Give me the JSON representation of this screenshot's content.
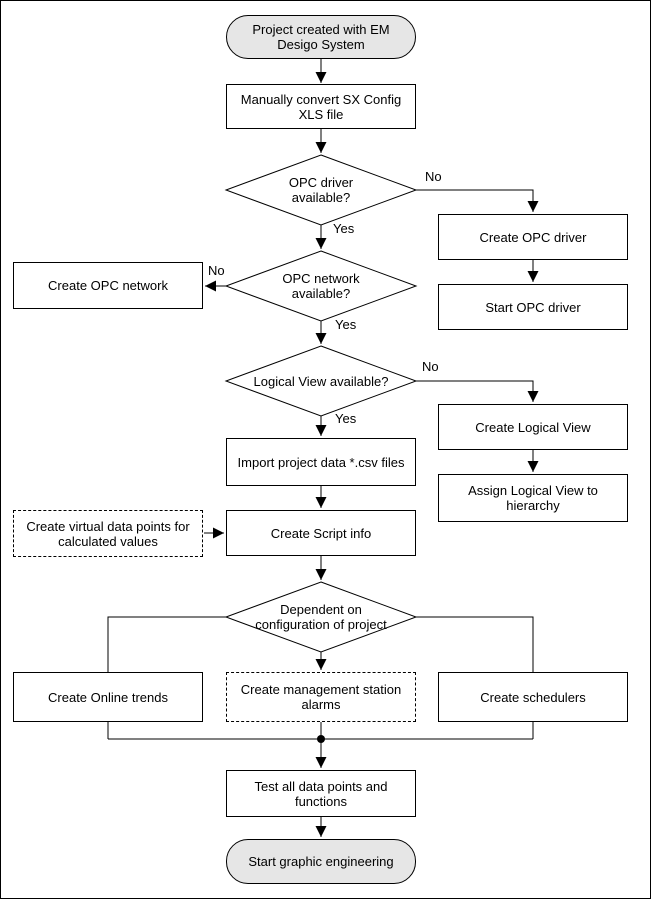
{
  "diagram": {
    "type": "flowchart",
    "colors": {
      "terminator_fill": "#e6e6e6",
      "node_fill": "#ffffff",
      "line": "#000000",
      "text": "#000000",
      "page_background": "#ffffff"
    },
    "nodes": {
      "start": {
        "type": "terminator",
        "label": "Project created with EM\nDesigo System"
      },
      "manual_convert": {
        "type": "process",
        "label": "Manually convert SX Config\nXLS file"
      },
      "opc_driver_decision": {
        "type": "decision",
        "label": "OPC driver\navailable?"
      },
      "create_opc_driver": {
        "type": "process",
        "label": "Create OPC driver"
      },
      "start_opc_driver": {
        "type": "process",
        "label": "Start OPC driver"
      },
      "opc_network_decision": {
        "type": "decision",
        "label": "OPC network\navailable?"
      },
      "create_opc_network": {
        "type": "process",
        "label": "Create OPC network"
      },
      "logical_view_decision": {
        "type": "decision",
        "label": "Logical View available?"
      },
      "create_logical_view": {
        "type": "process",
        "label": "Create Logical View"
      },
      "assign_logical_view": {
        "type": "process",
        "label": "Assign Logical View to\nhierarchy"
      },
      "import_project_data": {
        "type": "process",
        "label": "Import project data *.csv files"
      },
      "create_virtual_points": {
        "type": "optional-process",
        "label": "Create virtual data points for\ncalculated values"
      },
      "create_script_info": {
        "type": "process",
        "label": "Create Script info"
      },
      "configuration_decision": {
        "type": "decision",
        "label": "Dependent on\nconfiguration of project"
      },
      "create_online_trends": {
        "type": "process",
        "label": "Create Online trends"
      },
      "create_mgmt_alarms": {
        "type": "optional-process",
        "label": "Create management station\nalarms"
      },
      "create_schedulers": {
        "type": "process",
        "label": "Create schedulers"
      },
      "test_data_points": {
        "type": "process",
        "label": "Test all data points and\nfunctions"
      },
      "end": {
        "type": "terminator",
        "label": "Start graphic engineering"
      }
    },
    "edge_labels": {
      "opc_driver_no": "No",
      "opc_driver_yes": "Yes",
      "opc_network_no": "No",
      "opc_network_yes": "Yes",
      "logical_view_no": "No",
      "logical_view_yes": "Yes"
    }
  }
}
